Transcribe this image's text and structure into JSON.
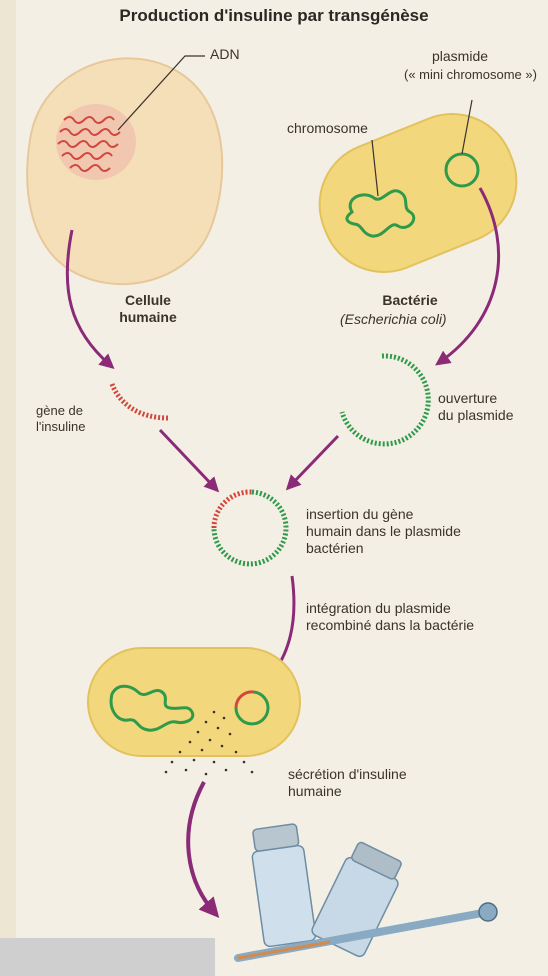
{
  "title": "Production d'insuline par transgénèse",
  "labels": {
    "adn": "ADN",
    "plasmide_line1": "plasmide",
    "plasmide_line2": "(« mini chromosome »)",
    "chromosome": "chromosome",
    "cellule_line1": "Cellule",
    "cellule_line2": "humaine",
    "bacterie": "Bactérie",
    "bacterie_species": "(Escherichia coli)",
    "gene_line1": "gène de",
    "gene_line2": "l'insuline",
    "ouverture_line1": "ouverture",
    "ouverture_line2": "du plasmide",
    "insertion_line1": "insertion du gène",
    "insertion_line2": "humain dans le plasmide",
    "insertion_line3": "bactérien",
    "integration_line1": "intégration du plasmide",
    "integration_line2": "recombiné dans la bactérie",
    "secretion_line1": "sécrétion d'insuline",
    "secretion_line2": "humaine"
  },
  "colors": {
    "cell_fill": "#f4dfb8",
    "bacteria_fill": "#f2d77c",
    "arrow": "#8b2b78",
    "dna_red": "#d2473c",
    "plasmid_green": "#2e9a4a",
    "dark_line": "#3a332c"
  }
}
